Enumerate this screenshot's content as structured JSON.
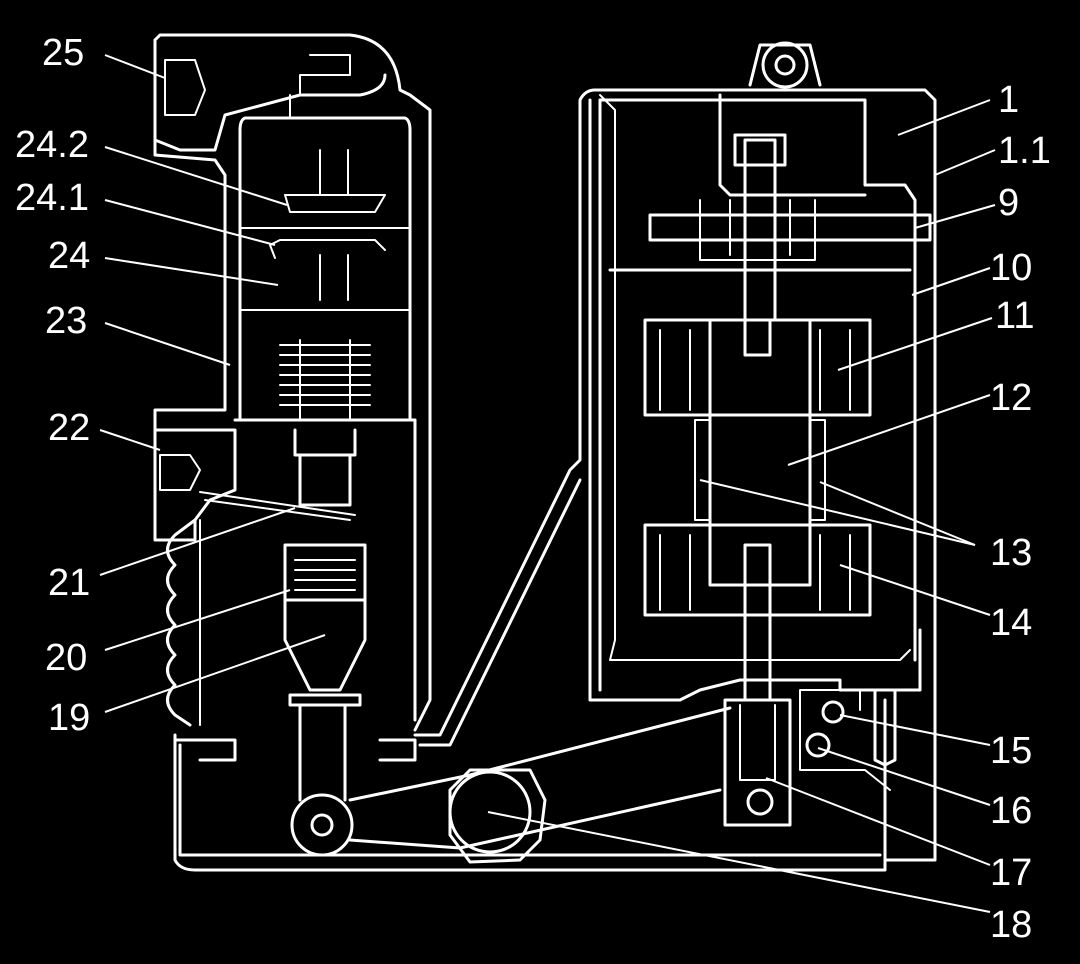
{
  "callouts": [
    {
      "id": "c1",
      "text": "1"
    },
    {
      "id": "c1_1",
      "text": "1.1"
    },
    {
      "id": "c9",
      "text": "9"
    },
    {
      "id": "c10",
      "text": "10"
    },
    {
      "id": "c11",
      "text": "11"
    },
    {
      "id": "c12",
      "text": "12"
    },
    {
      "id": "c13",
      "text": "13"
    },
    {
      "id": "c14",
      "text": "14"
    },
    {
      "id": "c15",
      "text": "15"
    },
    {
      "id": "c16",
      "text": "16"
    },
    {
      "id": "c17",
      "text": "17"
    },
    {
      "id": "c18",
      "text": "18"
    },
    {
      "id": "c19",
      "text": "19"
    },
    {
      "id": "c20",
      "text": "20"
    },
    {
      "id": "c21",
      "text": "21"
    },
    {
      "id": "c22",
      "text": "22"
    },
    {
      "id": "c23",
      "text": "23"
    },
    {
      "id": "c24",
      "text": "24"
    },
    {
      "id": "c24_1",
      "text": "24.1"
    },
    {
      "id": "c24_2",
      "text": "24.2"
    },
    {
      "id": "c25",
      "text": "25"
    }
  ],
  "colors": {
    "background": "#000000",
    "line": "#ffffff"
  }
}
